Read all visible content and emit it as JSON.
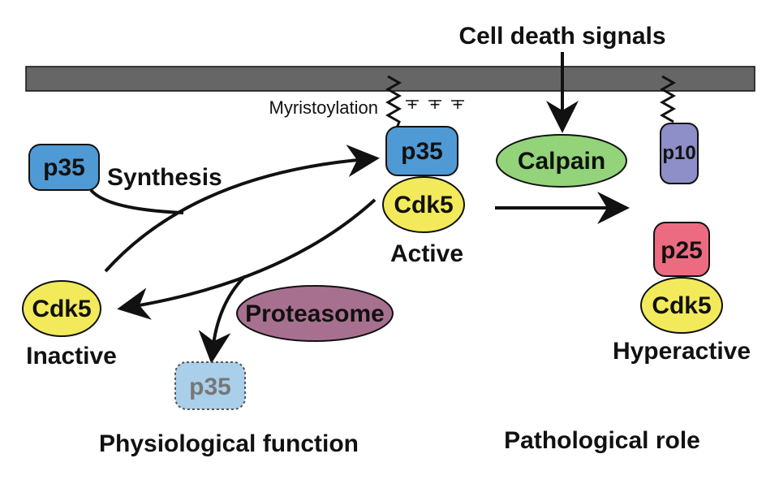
{
  "signals": {
    "label": "Cell death signals"
  },
  "membrane": {
    "annotation": "Myristoylation",
    "charges": [
      "+",
      "+",
      "+"
    ]
  },
  "nodes": {
    "p35_synth": {
      "label": "p35",
      "color": "#4f9ad4"
    },
    "p35_active": {
      "label": "p35",
      "color": "#4f9ad4"
    },
    "cdk5_active": {
      "label": "Cdk5",
      "color": "#f2ea5a"
    },
    "cdk5_inactive": {
      "label": "Cdk5",
      "color": "#f2ea5a"
    },
    "p35_degraded": {
      "label": "p35",
      "color": "#a9cfea"
    },
    "calpain": {
      "label": "Calpain",
      "color": "#93d37a"
    },
    "proteasome": {
      "label": "Proteasome",
      "color": "#a8708f"
    },
    "p10": {
      "label": "p10",
      "color": "#8e8ec8"
    },
    "p25": {
      "label": "p25",
      "color": "#ec6b80"
    },
    "cdk5_hyper": {
      "label": "Cdk5",
      "color": "#f2ea5a"
    }
  },
  "labels": {
    "synthesis": "Synthesis",
    "active": "Active",
    "inactive": "Inactive",
    "hyperactive": "Hyperactive",
    "physiological": "Physiological function",
    "pathological": "Pathological role"
  }
}
